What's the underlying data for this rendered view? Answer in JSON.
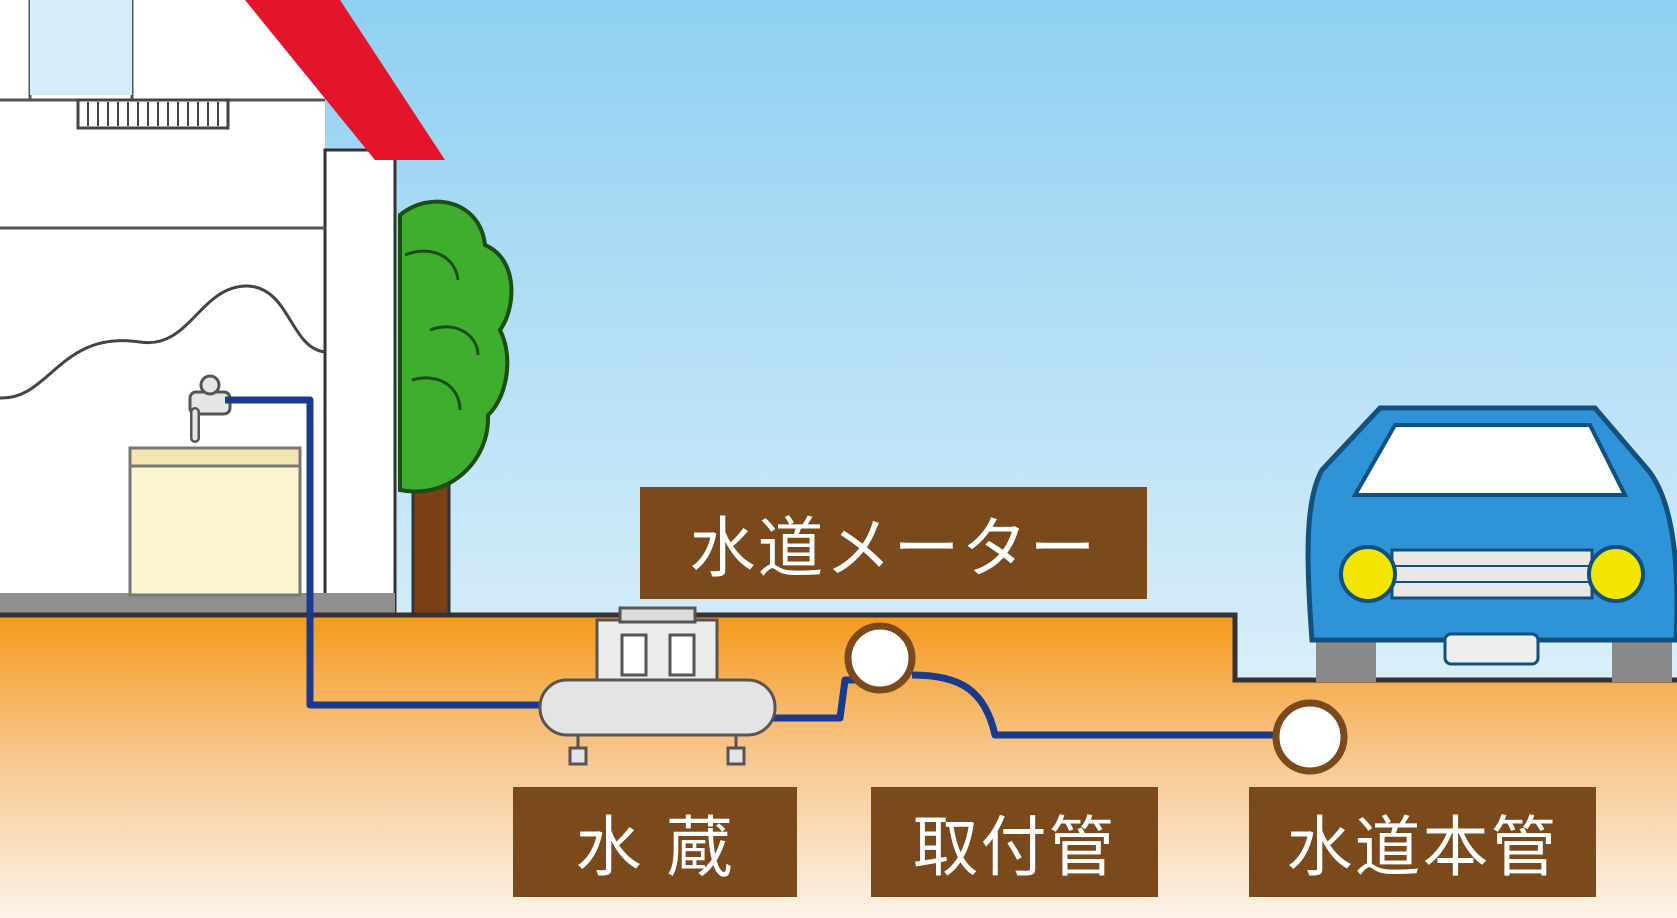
{
  "labels": {
    "water_meter": "水道メーター",
    "water_tank": "水 蔵",
    "service_pipe": "取付管",
    "water_main": "水道本管"
  },
  "colors": {
    "sky_top": "#8fd0f2",
    "sky_bottom": "#f4f9fd",
    "ground_top": "#f49a1e",
    "ground_bottom": "#fdf3ea",
    "label_bg": "#7a4a1c",
    "pipe": "#1a3a8c",
    "roof": "#e3152a",
    "tree": "#3fae2e",
    "car": "#2f93d8",
    "headlight": "#f2e600"
  },
  "icons": [
    "house-icon",
    "faucet-icon",
    "tree-icon",
    "car-icon",
    "water-tank-icon",
    "pipe-junction-icon"
  ]
}
